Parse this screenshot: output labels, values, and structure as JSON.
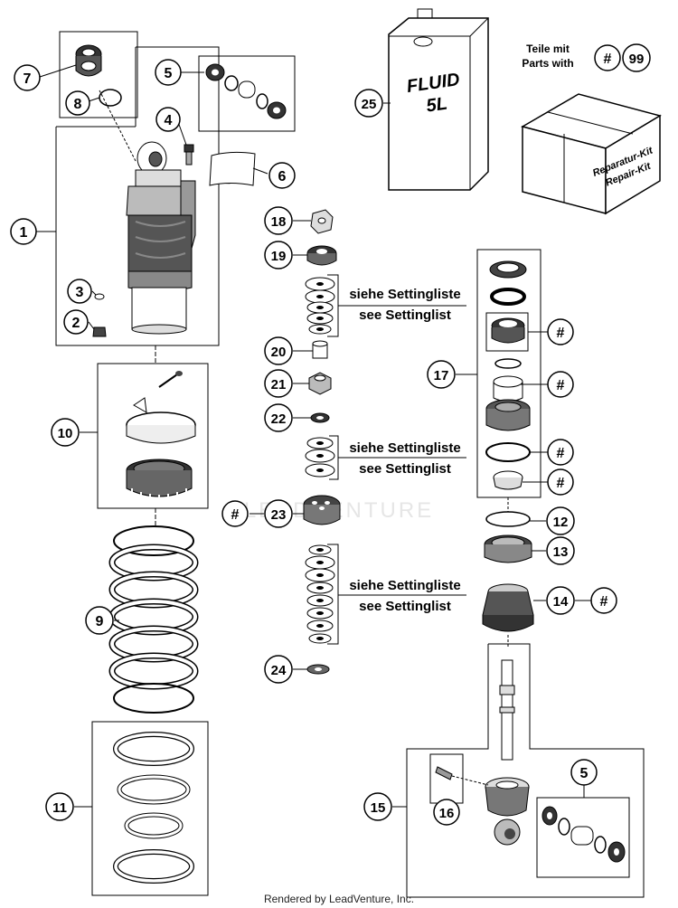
{
  "callouts": {
    "c1": "1",
    "c2": "2",
    "c3": "3",
    "c4": "4",
    "c5a": "5",
    "c5b": "5",
    "c6": "6",
    "c7": "7",
    "c8": "8",
    "c9": "9",
    "c10": "10",
    "c11": "11",
    "c12": "12",
    "c13": "13",
    "c14": "14",
    "c15": "15",
    "c16": "16",
    "c17": "17",
    "c18": "18",
    "c19": "19",
    "c20": "20",
    "c21": "21",
    "c22": "22",
    "c23": "23",
    "c24": "24",
    "c25": "25",
    "hash_legend": "#",
    "hash_23": "#",
    "hash_14": "#",
    "hash_r1": "#",
    "hash_r2": "#",
    "hash_r3": "#",
    "hash_r4": "#",
    "legend_99": "99"
  },
  "notes": {
    "setting_de": "siehe Settingliste",
    "setting_en": "see Settinglist"
  },
  "legend": {
    "line1": "Teile mit",
    "line2": "Parts with"
  },
  "labels": {
    "fluid_line1": "FLUID",
    "fluid_line2": "5L",
    "kit_line1": "Reparatur-Kit",
    "kit_line2": "Repair-Kit"
  },
  "watermark": "LEADVENTURE",
  "footer": "Rendered by LeadVenture, Inc.",
  "colors": {
    "ink": "#000000",
    "background": "#ffffff",
    "watermark": "#e6e6e6"
  }
}
